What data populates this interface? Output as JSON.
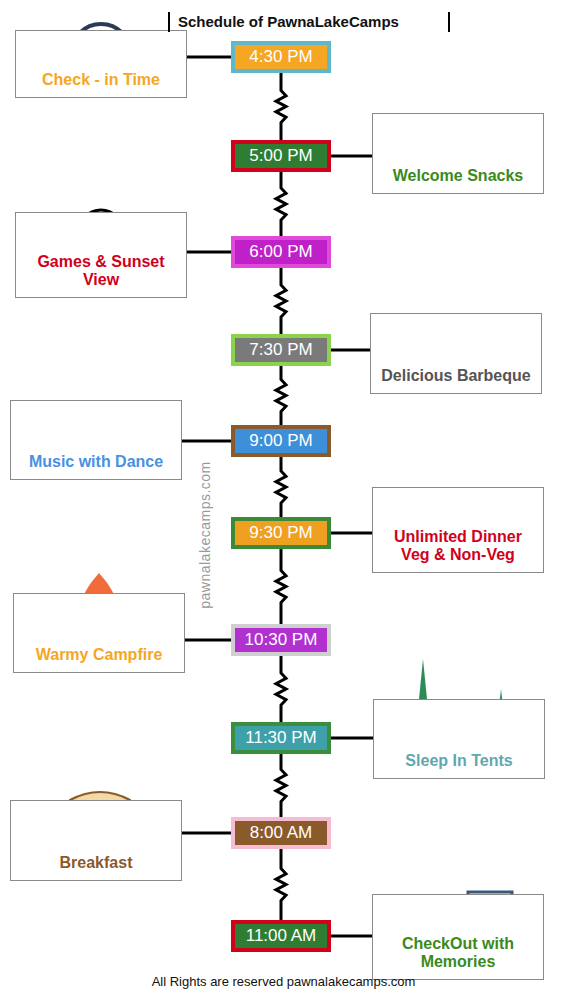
{
  "diagram": {
    "title": "Schedule of PawnaLakeCamps",
    "caption": "All Rights are reserved pawnalakecamps.com",
    "nodes": [
      {
        "text": [
          "4:30 PM"
        ]
      },
      {
        "text": [
          "Check - in Time"
        ]
      },
      {
        "text": [
          "5:00 PM"
        ]
      },
      {
        "text": [
          "Welcome Snacks"
        ]
      },
      {
        "text": [
          "6:00 PM"
        ]
      },
      {
        "text": [
          "Games & Sunset View"
        ]
      },
      {
        "text": [
          "7:30 PM"
        ]
      },
      {
        "text": [
          "Delicious Barbeque"
        ]
      },
      {
        "text": [
          "9:00 PM"
        ]
      },
      {
        "text": [
          "Music with Dance"
        ]
      },
      {
        "text": [
          "9:30 PM"
        ]
      },
      {
        "text": [
          "Unlimited Dinner Veg & Non-Veg"
        ]
      },
      {
        "text": [
          "10:30 PM"
        ]
      },
      {
        "text": [
          "Warmy Campfire"
        ]
      },
      {
        "text": [
          "11:30 PM"
        ]
      },
      {
        "text": [
          "Sleep In Tents"
        ]
      },
      {
        "text": [
          "8:00 AM"
        ]
      },
      {
        "text": [
          "Breakfast"
        ]
      },
      {
        "text": [
          "11:00 AM"
        ]
      },
      {
        "text": [
          "CheckOut with Memories"
        ]
      }
    ],
    "edges": [
      {
        "from": 0,
        "to": 1,
        "arrow": "none"
      },
      {
        "from": 2,
        "to": 3,
        "arrow": "none"
      },
      {
        "from": 4,
        "to": 5,
        "arrow": "none"
      },
      {
        "from": 6,
        "to": 7,
        "arrow": "none"
      },
      {
        "from": 8,
        "to": 9,
        "arrow": "none"
      },
      {
        "from": 10,
        "to": 11,
        "arrow": "none"
      },
      {
        "from": 12,
        "to": 13,
        "arrow": "none"
      },
      {
        "from": 14,
        "to": 15,
        "arrow": "none"
      },
      {
        "from": 16,
        "to": 17,
        "arrow": "none"
      },
      {
        "from": 18,
        "to": 19,
        "arrow": "none"
      },
      {
        "from": 0,
        "to": 2,
        "arrow": "none"
      },
      {
        "from": 2,
        "to": 4,
        "arrow": "none"
      },
      {
        "from": 4,
        "to": 6,
        "arrow": "none"
      },
      {
        "from": 6,
        "to": 8,
        "arrow": "none"
      },
      {
        "from": 8,
        "to": 10,
        "arrow": "none"
      },
      {
        "from": 10,
        "to": 12,
        "arrow": "none"
      },
      {
        "from": 12,
        "to": 14,
        "arrow": "none"
      },
      {
        "from": 14,
        "to": 16,
        "arrow": "none"
      },
      {
        "from": 16,
        "to": 18,
        "arrow": "none"
      }
    ],
    "labels": [
      "pawnalakecamps.com"
    ]
  }
}
